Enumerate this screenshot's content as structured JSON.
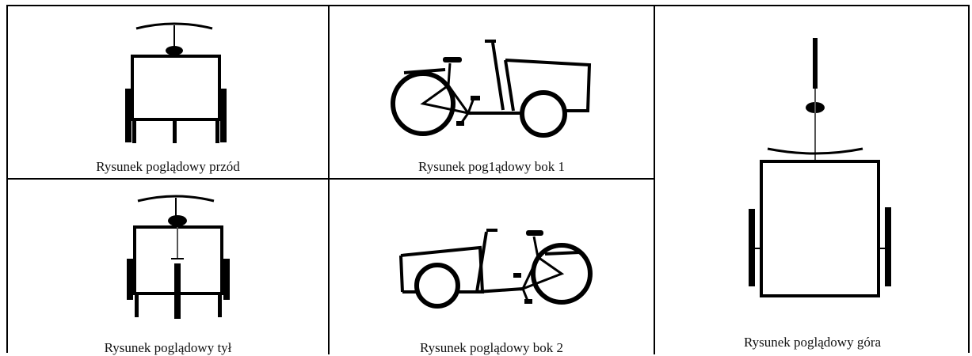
{
  "cells": {
    "front": {
      "caption": "Rysunek poglądowy przód"
    },
    "side1": {
      "caption": "Rysunek pog1ądowy bok 1"
    },
    "back": {
      "caption": "Rysunek poglądowy tył"
    },
    "side2": {
      "caption": "Rysunek poglądowy bok 2"
    },
    "top": {
      "caption": "Rysunek poglądowy góra"
    }
  }
}
